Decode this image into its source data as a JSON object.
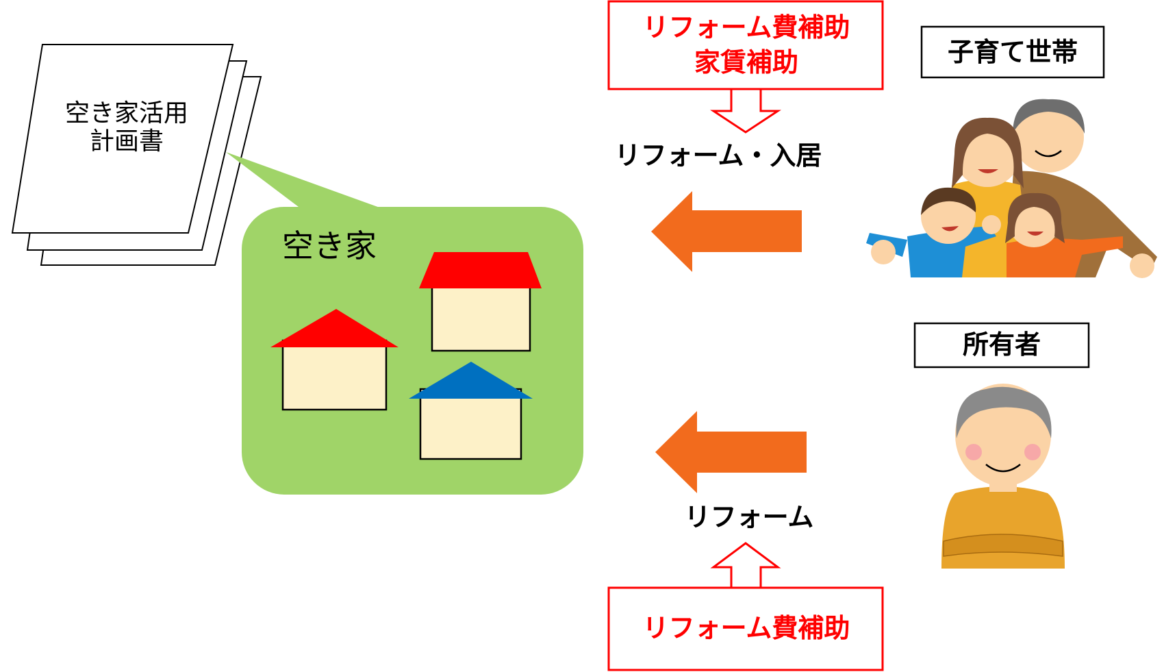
{
  "plan_document": {
    "line1": "空き家活用",
    "line2": "計画書"
  },
  "vacant_area": {
    "title": "空き家"
  },
  "subsidy_top": {
    "line1": "リフォーム費補助",
    "line2": "家賃補助"
  },
  "subsidy_bottom": {
    "line1": "リフォーム費補助"
  },
  "flow_top_label": "リフォーム・入居",
  "flow_bottom_label": "リフォーム",
  "family_label": "子育て世帯",
  "owner_label": "所有者",
  "colors": {
    "accent_red": "#ff0000",
    "arrow_orange": "#f26b1d",
    "area_green": "#a0d468",
    "house_wall": "#fdf1c8",
    "roof_red": "#ff0000",
    "roof_blue": "#0070c0"
  }
}
